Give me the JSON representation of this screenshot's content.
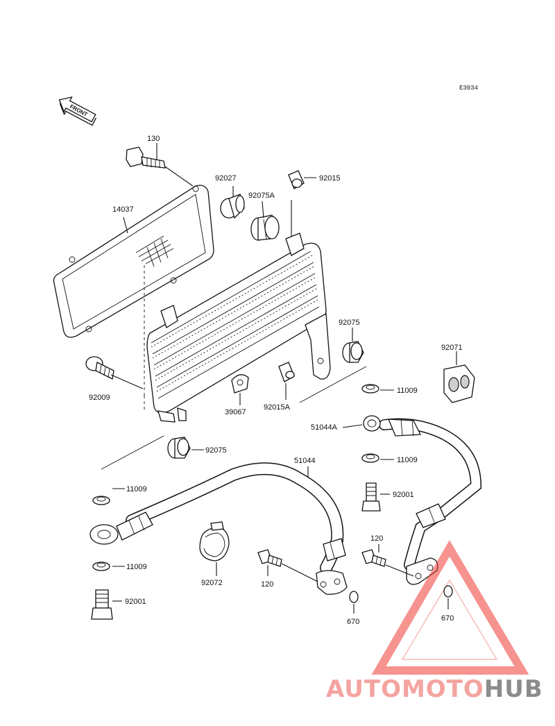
{
  "diagram_code": "E3034",
  "front_arrow_label": "FRONT",
  "labels": {
    "bolt_130": "130",
    "gasket_14037": "14037",
    "bolt_92009": "92009",
    "cap_92027": "92027",
    "grommet_92075A": "92075A",
    "clip_92015": "92015",
    "grommet_92075_right": "92075",
    "bracket_92071": "92071",
    "washer_11009_a": "11009",
    "part_39067": "39067",
    "clip_92015A": "92015A",
    "hose_51044A": "51044A",
    "grommet_92075_lower": "92075",
    "washer_11009_b": "11009",
    "hose_51044": "51044",
    "washer_11009_c": "11009",
    "bolt_92001_right": "92001",
    "washer_11009_d": "11009",
    "clamp_92072": "92072",
    "bolt_120_left": "120",
    "bolt_120_right": "120",
    "bolt_92001_left": "92001",
    "oring_670_left": "670",
    "oring_670_right": "670"
  },
  "watermark": {
    "part1": "AUTOMOTO",
    "part2": "HUB",
    "color1": "#f4a4a0",
    "color2": "#8c8c8c",
    "triangle_color": "#ee3b33"
  }
}
